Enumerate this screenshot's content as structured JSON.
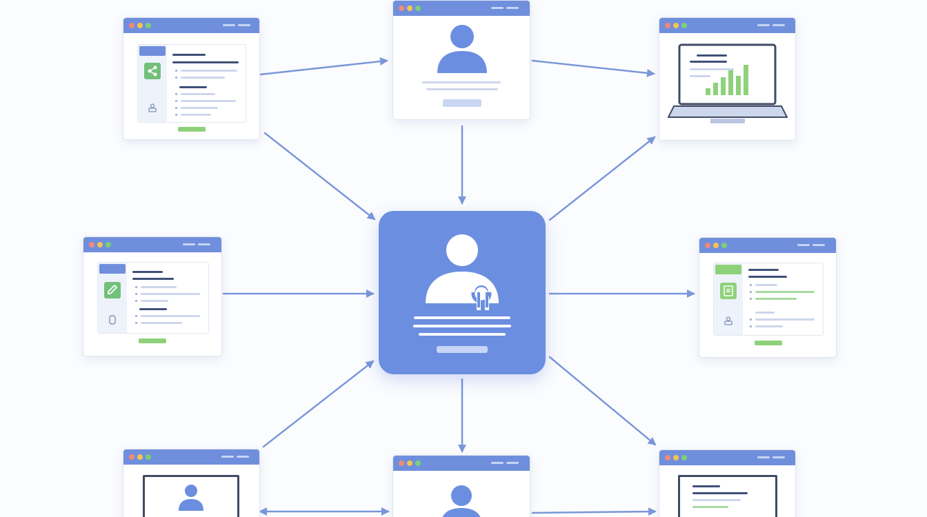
{
  "diagram": {
    "colors": {
      "accent": "#6b8ee0",
      "arrow": "#7a97d9",
      "titlebar": "#6f8fdc",
      "green": "#8fd17a",
      "dark_line": "#3f4f77"
    },
    "hub": {
      "icon": "user-with-key-icon"
    },
    "nodes": [
      {
        "id": "top-left",
        "kind": "profile-form-window"
      },
      {
        "id": "top-center",
        "kind": "user-profile-window"
      },
      {
        "id": "top-right",
        "kind": "laptop-analytics-window"
      },
      {
        "id": "middle-left",
        "kind": "profile-form-window"
      },
      {
        "id": "middle-right",
        "kind": "document-list-window"
      },
      {
        "id": "bottom-left",
        "kind": "user-monitor-window"
      },
      {
        "id": "bottom-center",
        "kind": "user-profile-window"
      },
      {
        "id": "bottom-right",
        "kind": "document-monitor-window"
      }
    ],
    "connections": [
      {
        "from": "top-left",
        "to": "top-center",
        "style": "arrow"
      },
      {
        "from": "top-center",
        "to": "top-right",
        "style": "arrow"
      },
      {
        "from": "top-left",
        "to": "hub",
        "style": "arrow"
      },
      {
        "from": "top-center",
        "to": "hub",
        "style": "arrow"
      },
      {
        "from": "hub",
        "to": "top-right",
        "style": "arrow"
      },
      {
        "from": "middle-left",
        "to": "hub",
        "style": "arrow"
      },
      {
        "from": "hub",
        "to": "middle-right",
        "style": "arrow"
      },
      {
        "from": "bottom-left",
        "to": "hub",
        "style": "arrow"
      },
      {
        "from": "hub",
        "to": "bottom-center",
        "style": "arrow"
      },
      {
        "from": "hub",
        "to": "bottom-right",
        "style": "arrow"
      },
      {
        "from": "bottom-left",
        "to": "bottom-center",
        "style": "double-arrow"
      },
      {
        "from": "bottom-center",
        "to": "bottom-right",
        "style": "arrow"
      }
    ]
  }
}
